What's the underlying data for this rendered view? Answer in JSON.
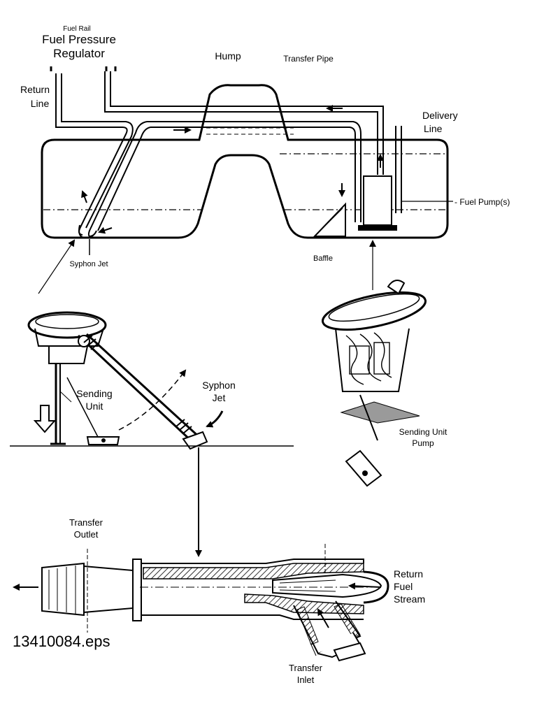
{
  "labels": {
    "fuel_rail": "Fuel Rail",
    "fuel_pressure": "Fuel Pressure",
    "regulator": "Regulator",
    "return_1": "Return",
    "return_2": "Line",
    "hump": "Hump",
    "transfer_pipe": "Transfer Pipe",
    "delivery_1": "Delivery",
    "delivery_2": "Line",
    "fuel_pumps": "- Fuel Pump(s)",
    "syphon_jet_small": "Syphon Jet",
    "baffle": "Baffle",
    "sending_1": "Sending",
    "sending_2": "Unit",
    "syphon_1": "Syphon",
    "syphon_2": "Jet",
    "sup_1": "Sending Unit",
    "sup_2": "Pump",
    "outlet_1": "Transfer",
    "outlet_2": "Outlet",
    "rfs_1": "Return",
    "rfs_2": "Fuel",
    "rfs_3": "Stream",
    "inlet_1": "Transfer",
    "inlet_2": "Inlet",
    "file_id": "13410084.eps"
  },
  "colors": {
    "ink": "#000000",
    "paper": "#ffffff",
    "shade": "#9a9a9a"
  }
}
